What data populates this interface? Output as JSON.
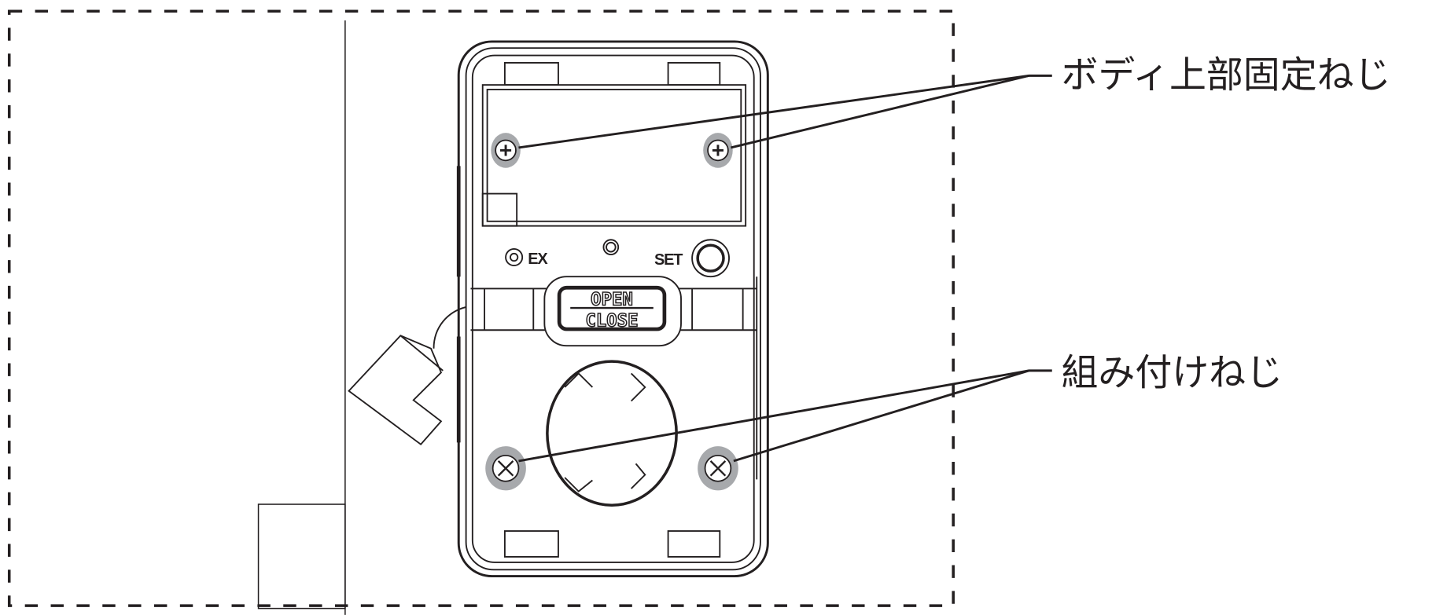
{
  "callouts": {
    "top_screws": "ボディ上部固定ねじ",
    "assembly_screws": "組み付けねじ"
  },
  "device": {
    "ex_label": "EX",
    "set_label": "SET",
    "open_label": "OPEN",
    "close_label": "CLOSE"
  },
  "colors": {
    "line": "#231f20",
    "screw": "#a7a9ac"
  }
}
